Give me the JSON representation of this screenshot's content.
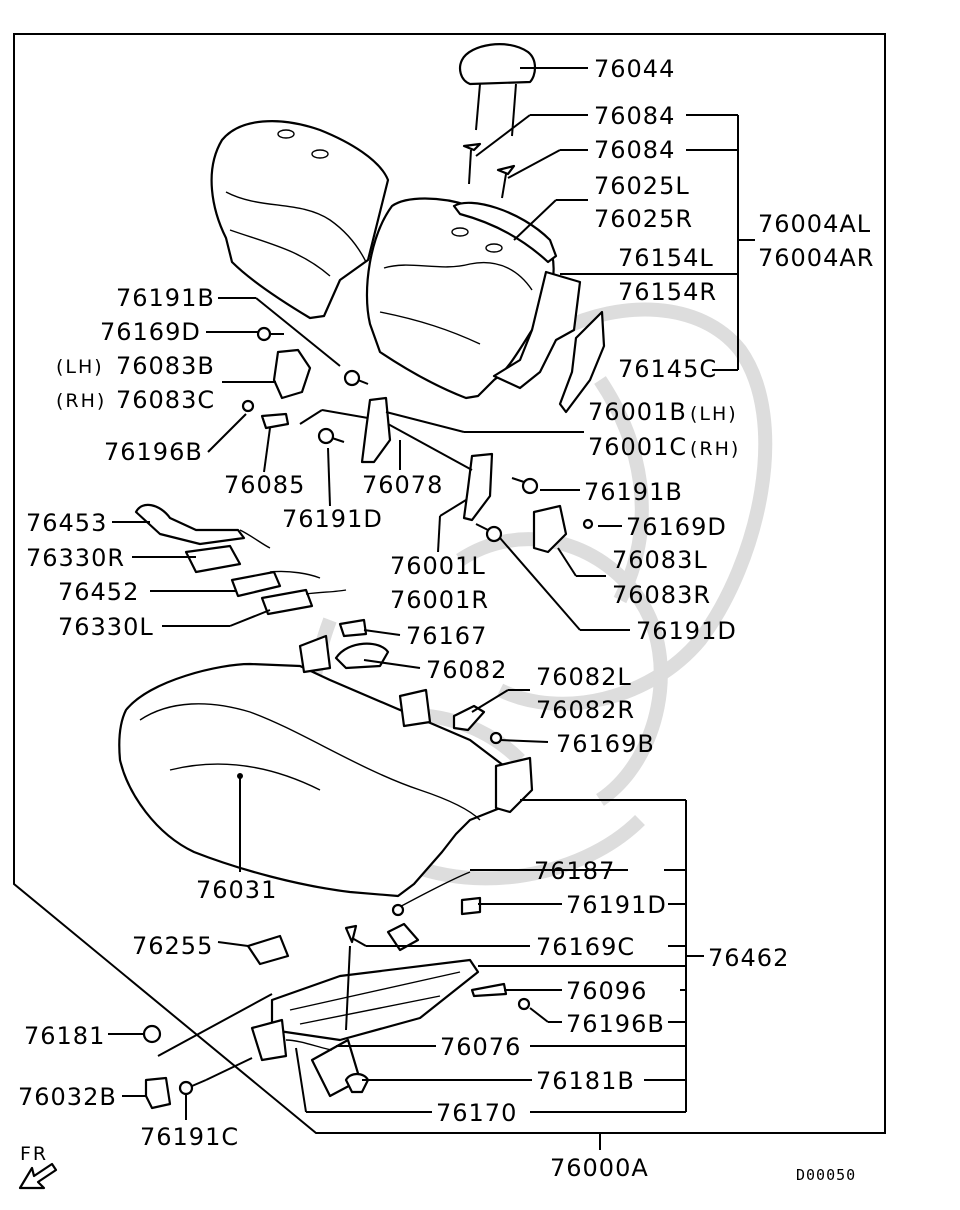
{
  "diagram_code": "D00050",
  "front_marker": "FR",
  "colors": {
    "line": "#000000",
    "background": "#ffffff",
    "watermark": "#dddddd"
  },
  "parts": {
    "p76044": "76044",
    "p76084_a": "76084",
    "p76084_b": "76084",
    "p76025L": "76025L",
    "p76025R": "76025R",
    "p76004AL": "76004AL",
    "p76004AR": "76004AR",
    "p76154L": "76154L",
    "p76154R": "76154R",
    "p76145C": "76145C",
    "p76191B_top": "76191B",
    "p76169D_top": "76169D",
    "p76083B": "76083B",
    "p76083C": "76083C",
    "lh_prefix": "(LH)",
    "rh_prefix": "(RH)",
    "p76001B": "76001B",
    "p76001C": "76001C",
    "lh_suffix": "(LH)",
    "rh_suffix": "(RH)",
    "p76196B_top": "76196B",
    "p76085": "76085",
    "p76078": "76078",
    "p76191D_mid": "76191D",
    "p76191B_mid": "76191B",
    "p76169D_mid": "76169D",
    "p76453": "76453",
    "p76330R": "76330R",
    "p76452": "76452",
    "p76330L": "76330L",
    "p76001L": "76001L",
    "p76001R": "76001R",
    "p76083L": "76083L",
    "p76083R": "76083R",
    "p76191D_r": "76191D",
    "p76167": "76167",
    "p76082": "76082",
    "p76082L": "76082L",
    "p76082R": "76082R",
    "p76169B": "76169B",
    "p76031": "76031",
    "p76187": "76187",
    "p76191D_low": "76191D",
    "p76255": "76255",
    "p76169C": "76169C",
    "p76462": "76462",
    "p76096": "76096",
    "p76196B_low": "76196B",
    "p76181": "76181",
    "p76076": "76076",
    "p76181B": "76181B",
    "p76032B": "76032B",
    "p76170": "76170",
    "p76191C": "76191C",
    "p76000A": "76000A"
  }
}
